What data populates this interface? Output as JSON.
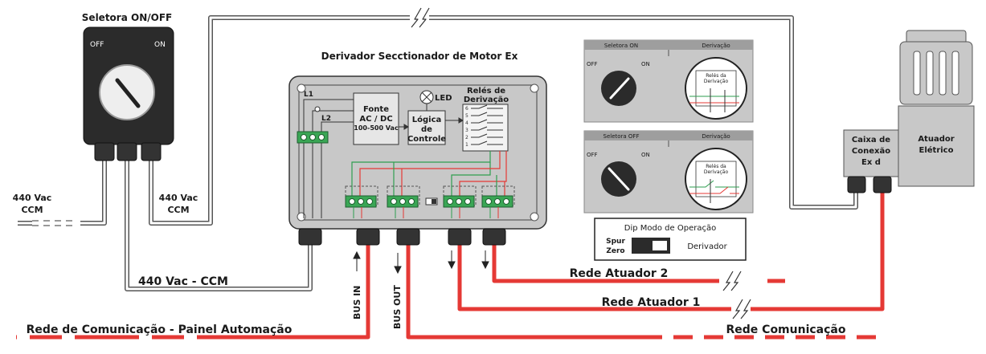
{
  "selector": {
    "title": "Seletora ON/OFF",
    "off": "OFF",
    "on": "ON"
  },
  "supply": {
    "left_line1": "440 Vac",
    "left_line2": "CCM",
    "mid_line1": "440 Vac",
    "mid_line2": "CCM",
    "bottom": "440 Vac - CCM"
  },
  "derivador": {
    "title": "Derivador Secctionador de Motor Ex",
    "l1": "L1",
    "l2": "L2",
    "fonte_lines": [
      "Fonte",
      "AC / DC",
      "100-500 Vac"
    ],
    "led": "LED",
    "logica_lines": [
      "Lógica",
      "de",
      "Controle"
    ],
    "reles_lines": [
      "Relés de",
      "Derivação"
    ],
    "relay_numbers": [
      "6",
      "5",
      "4",
      "3",
      "2",
      "1"
    ]
  },
  "panels": {
    "top": {
      "left_header": "Seletora ON",
      "right_header": "Derivação",
      "off": "OFF",
      "on": "ON",
      "detail_lines": [
        "Relés da",
        "Derivação"
      ]
    },
    "bottom": {
      "left_header": "Seletora OFF",
      "right_header": "Derivação",
      "off": "OFF",
      "on": "ON",
      "detail_lines": [
        "Relés da",
        "Derivação"
      ]
    }
  },
  "dip": {
    "title": "Dip Modo de Operação",
    "left_lines": [
      "Spur",
      "Zero"
    ],
    "right": "Derivador"
  },
  "junction_box_lines": [
    "Caixa de",
    "Conexão",
    "Ex d"
  ],
  "actuator_lines": [
    "Atuador",
    "Elétrico"
  ],
  "bus": {
    "in": "BUS IN",
    "out": "BUS OUT"
  },
  "networks": {
    "actuator2": "Rede Atuador 2",
    "actuator1": "Rede Atuador 1",
    "communication": "Rede Comunicação",
    "automation": "Rede de Comunicação - Painel Automação"
  },
  "colors": {
    "red_cable": "#e53935",
    "green_wire": "#2e9e4f",
    "terminal_green": "#3aa655",
    "enclosure": "#c8c8c8",
    "dark": "#2b2b2b"
  }
}
